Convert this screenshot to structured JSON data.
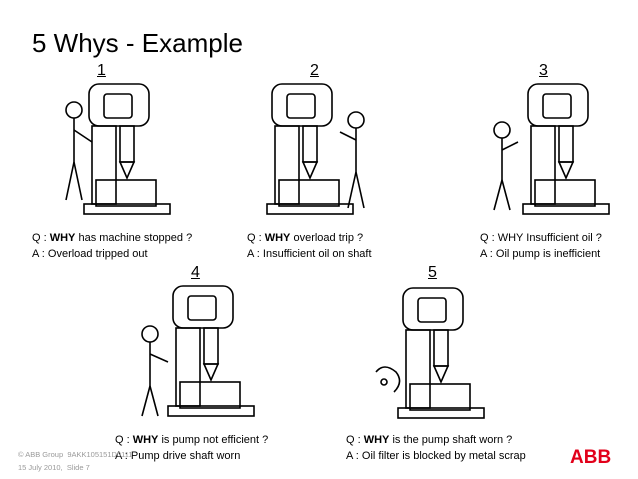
{
  "slide": {
    "title": "5 Whys - Example",
    "panels": [
      {
        "number": "1",
        "q_prefix": "Q : ",
        "q_key": "WHY",
        "q_rest": " has machine stopped ?",
        "answer": "A : Overload tripped out"
      },
      {
        "number": "2",
        "q_prefix": "Q : ",
        "q_key": "WHY",
        "q_rest": " overload trip ?",
        "answer": "A : Insufficient oil on shaft"
      },
      {
        "number": "3",
        "q_prefix": "Q : ",
        "q_key": "WHY",
        "q_rest": " Insufficient oil ?",
        "answer": "A : Oil pump is inefficient"
      },
      {
        "number": "4",
        "q_prefix": "Q : ",
        "q_key": "WHY",
        "q_rest": " is pump not efficient ?",
        "answer": "A : Pump drive shaft worn"
      },
      {
        "number": "5",
        "q_prefix": "Q : ",
        "q_key": "WHY",
        "q_rest": " is the pump shaft worn ?",
        "answer": "A : Oil filter is blocked by metal scrap"
      }
    ]
  },
  "footer": {
    "copyright": "© ABB Group",
    "doc_id": "9AKK105151D0111",
    "date": "15 July 2010",
    "slide": "Slide 7"
  },
  "logo": {
    "text": "ABB",
    "color": "#e2001a"
  }
}
